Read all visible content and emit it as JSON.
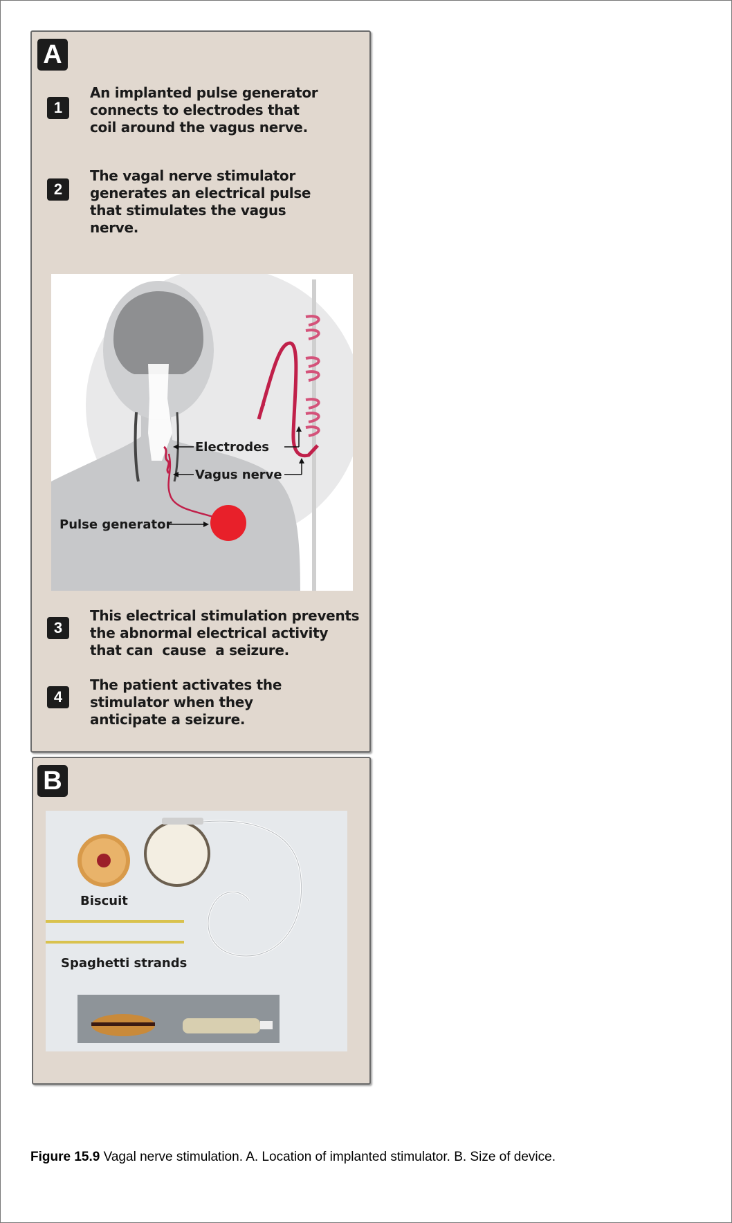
{
  "panel_a": {
    "letter": "A",
    "steps": [
      {
        "number": "1",
        "lines": [
          "An implanted pulse generator",
          "connects to electrodes that",
          "coil around the vagus nerve."
        ]
      },
      {
        "number": "2",
        "lines": [
          "The vagal nerve stimulator",
          "generates an electrical pulse",
          "that stimulates the vagus",
          "nerve."
        ]
      },
      {
        "number": "3",
        "lines": [
          "This electrical stimulation prevents",
          "the abnormal electrical activity",
          "that can  cause  a seizure."
        ]
      },
      {
        "number": "4",
        "lines": [
          "The patient activates the",
          "stimulator when they",
          "anticipate a seizure."
        ]
      }
    ],
    "labels": {
      "electrodes": "Electrodes",
      "vagus_nerve": "Vagus nerve",
      "pulse_generator": "Pulse generator"
    }
  },
  "panel_b": {
    "letter": "B",
    "labels": {
      "biscuit": "Biscuit",
      "spaghetti": "Spaghetti strands"
    }
  },
  "caption": {
    "label": "Figure 15.9",
    "text": " Vagal nerve stimulation. A. Location of implanted stimulator. B. Size of device."
  },
  "colors": {
    "panel_bg": "#e1d8cf",
    "badge": "#1c1c1c",
    "lead_wire": "#c0204a",
    "generator": "#e8202a"
  }
}
